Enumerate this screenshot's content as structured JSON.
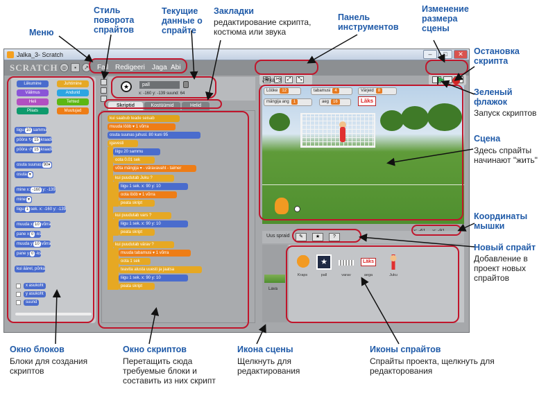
{
  "window": {
    "title": "Jalka_3- Scratch",
    "logo": "SCRATCH",
    "menu": [
      "Fail",
      "Redigeeri",
      "Jaga",
      "Abi"
    ]
  },
  "palette": {
    "categories": [
      {
        "label": "Liikumine",
        "color": "#4a6ccd"
      },
      {
        "label": "Juhtimine",
        "color": "#e6a823"
      },
      {
        "label": "Välimus",
        "color": "#8a55d7"
      },
      {
        "label": "Andurid",
        "color": "#2ca5e2"
      },
      {
        "label": "Heli",
        "color": "#b24fc1"
      },
      {
        "label": "Tehted",
        "color": "#5cb712"
      },
      {
        "label": "Pliiats",
        "color": "#0e9a6c"
      },
      {
        "label": "Muutujad",
        "color": "#ee7d16"
      }
    ],
    "blocks": [
      {
        "pre": "liigu",
        "slot": "10",
        "post": "sammu"
      },
      {
        "pre": "pööra",
        "slot": "15",
        "post": "kraadi"
      },
      {
        "pre": "pööra",
        "slot": "15",
        "post": "kraadi"
      },
      {
        "pre": "osuta suunas",
        "slot": "90▾",
        "post": ""
      },
      {
        "pre": "osuta",
        "slot": "▾",
        "post": ""
      },
      {
        "pre": "mine x:",
        "slot": "-160",
        "post": "y: -139"
      },
      {
        "pre": "mine",
        "slot": "▾",
        "post": ""
      },
      {
        "pre": "liigu",
        "slot": "1",
        "post": "sek. x: -160 y: -139"
      },
      {
        "pre": "muuda x",
        "slot": "10",
        "post": "võrra"
      },
      {
        "pre": "pane x",
        "slot": "0",
        "post": "-ks"
      },
      {
        "pre": "muuda y",
        "slot": "10",
        "post": "võrra"
      },
      {
        "pre": "pane y",
        "slot": "0",
        "post": "-ks"
      },
      {
        "pre": "kui äärel, põrka",
        "slot": "",
        "post": ""
      }
    ],
    "reporters": [
      "x asukoht",
      "y asukoht",
      "suund"
    ]
  },
  "sprite_info": {
    "name": "pall",
    "coords": "x: -160  y: -139  suund: 64",
    "tabs": [
      "Skriptid",
      "Kostüümid",
      "Helid"
    ]
  },
  "scripts": [
    "kui saabub teade seisab",
    "muuda lööb ▾ 1 võrra",
    "osuta suunas juhusl. 80 kuni 95",
    "igavesti",
    "liigu 20 sammu",
    "oota 0.01 sek",
    "võta mängija ▾ - väravavaht - taimer",
    "kui puudutab Juku ?",
    "liigu 1 sek. x: 90 y: 10",
    "oota lööb ▾ 1 võrra",
    "peata skript",
    "kui puudutab vars ?",
    "liigu 1 sek. x: 90 y: 10",
    "peata skript",
    "kui puudutab värav ?",
    "muuda tabamusi ▾ 1 võrra",
    "oota 1 sek",
    "teavita alusta uuesti ja jaatsa",
    "liigu 1 sek. x: 90 y: 10",
    "peata skript"
  ],
  "stage": {
    "title": "Jalka_3",
    "watchers": [
      {
        "label": "Lööke",
        "value": "12"
      },
      {
        "label": "tabamusi",
        "value": "4"
      },
      {
        "label": "Värjeid",
        "value": "8"
      },
      {
        "label": "mängija ang",
        "value": "1"
      },
      {
        "label": "aeg",
        "value": "16"
      }
    ],
    "laks": "Läks"
  },
  "mouse": {
    "x": "x: -61",
    "y": "y: -91"
  },
  "sprites": {
    "label": "Uus spraid",
    "items": [
      "Kraps",
      "pall",
      "varav",
      "aega",
      "Juku"
    ],
    "stage_label": "Lava"
  },
  "annotations": {
    "menu": "Меню",
    "rotation_style": "Стиль поворота спрайтов",
    "sprite_data": "Текущие данные о спрайте",
    "tabs_title": "Закладки",
    "tabs_desc": "редактирование скрипта, костюма или звука",
    "toolbar": "Панель инструментов",
    "stage_size": "Изменение размера сцены",
    "stop_script": "Остановка скрипта",
    "green_flag": "Зеленый флажок",
    "green_flag_desc": "Запуск скриптов",
    "stage_title": "Сцена",
    "stage_desc": "Здесь спрайты начинают \"жить\"",
    "mouse_coords": "Координаты мышки",
    "new_sprite": "Новый спрайт",
    "new_sprite_desc": "Добавление в проект новых спрайтов",
    "blocks_window": "Окно блоков",
    "blocks_window_desc": "Блоки для создания скриптов",
    "scripts_window": "Окно скриптов",
    "scripts_window_desc": "Перетащить сюда требуемые блоки и составить из них скрипт",
    "stage_icon": "Икона сцены",
    "stage_icon_desc": "Щелкнуть для редактирования",
    "sprite_icons": "Иконы спрайтов",
    "sprite_icons_desc": "Спрайты проекта, щелкнуть для редакторования"
  },
  "colors": {
    "accent_red": "#c0152b",
    "label_blue": "#1f5aa8"
  }
}
